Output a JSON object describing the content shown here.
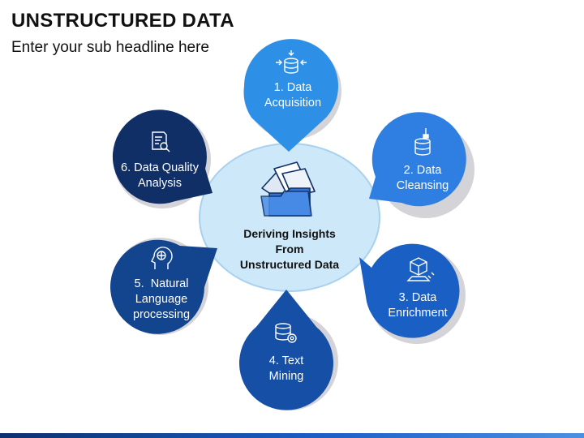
{
  "title": "UNSTRUCTURED DATA",
  "subtitle": "Enter your sub headline here",
  "center": {
    "line1": "Deriving Insights",
    "line2": "From",
    "line3": "Unstructured Data",
    "icon": "folder-documents-icon"
  },
  "steps": [
    {
      "line1": "1. Data",
      "line2": "Acquisition",
      "icon": "database-arrows-icon",
      "color": "#2e8fe6"
    },
    {
      "line1": "2. Data",
      "line2": "Cleansing",
      "icon": "database-brush-icon",
      "color": "#2f7fe2"
    },
    {
      "line1": "3. Data",
      "line2": "Enrichment",
      "icon": "cube-icon",
      "color": "#1a5fc4"
    },
    {
      "line1": "4. Text",
      "line2": "Mining",
      "icon": "database-gear-icon",
      "color": "#154fa6"
    },
    {
      "line1": "5.  Natural",
      "line2": "Language",
      "line3": "processing",
      "icon": "head-brain-icon",
      "color": "#13458f"
    },
    {
      "line1": "6. Data Quality",
      "line2": "Analysis",
      "icon": "report-magnifier-icon",
      "color": "#0f2f66"
    }
  ],
  "colors": {
    "center_fill": "#cde8f8",
    "center_stroke": "#a8d1ef",
    "shadow": "#d4d4d8"
  }
}
